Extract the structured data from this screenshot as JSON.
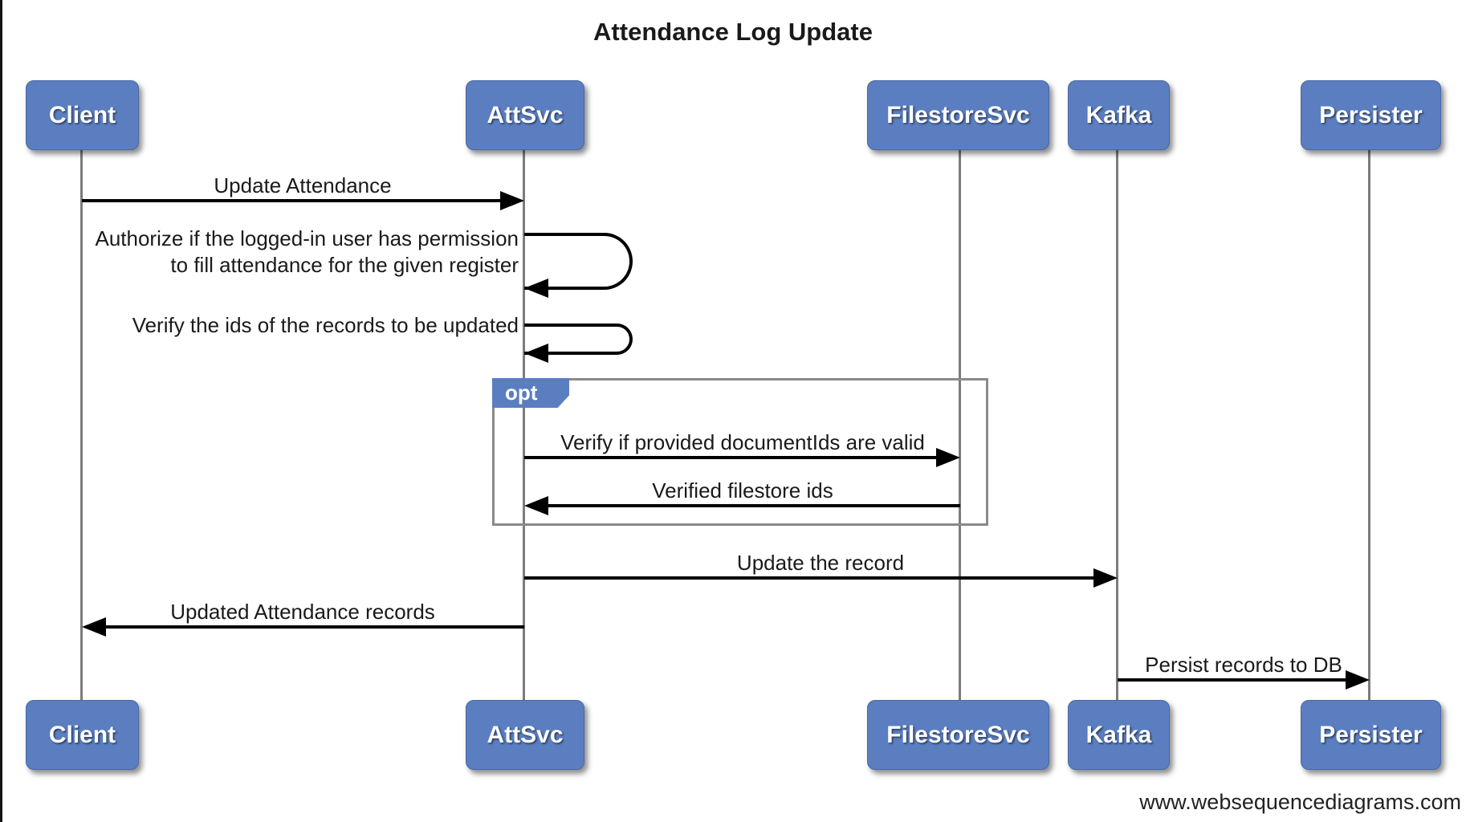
{
  "title": "Attendance Log Update",
  "footer": "www.websequencediagrams.com",
  "fragment": {
    "label": "opt"
  },
  "actors": [
    {
      "name": "Client"
    },
    {
      "name": "AttSvc"
    },
    {
      "name": "FilestoreSvc"
    },
    {
      "name": "Kafka"
    },
    {
      "name": "Persister"
    }
  ],
  "messages": [
    {
      "from": "Client",
      "to": "AttSvc",
      "text": "Update Attendance"
    },
    {
      "from": "AttSvc",
      "to": "AttSvc",
      "lines": [
        "Authorize if the logged-in user has permission",
        "to fill attendance for the given register"
      ]
    },
    {
      "from": "AttSvc",
      "to": "AttSvc",
      "text": "Verify the ids of the records to be updated"
    },
    {
      "from": "AttSvc",
      "to": "FilestoreSvc",
      "text": "Verify if provided documentIds are valid",
      "in_fragment": "opt"
    },
    {
      "from": "FilestoreSvc",
      "to": "AttSvc",
      "text": "Verified filestore ids",
      "in_fragment": "opt"
    },
    {
      "from": "AttSvc",
      "to": "Kafka",
      "text": "Update the record"
    },
    {
      "from": "AttSvc",
      "to": "Client",
      "text": "Updated Attendance records"
    },
    {
      "from": "Kafka",
      "to": "Persister",
      "text": "Persist records to DB"
    }
  ],
  "colors": {
    "actor_fill": "#5b7ec1",
    "actor_border": "#4a68a4",
    "actor_text": "#ffffff",
    "lifeline": "#7c7c7c",
    "fragment_border": "#8a8a8a",
    "arrow": "#000000",
    "text": "#1a1a1a",
    "background": "#ffffff"
  }
}
